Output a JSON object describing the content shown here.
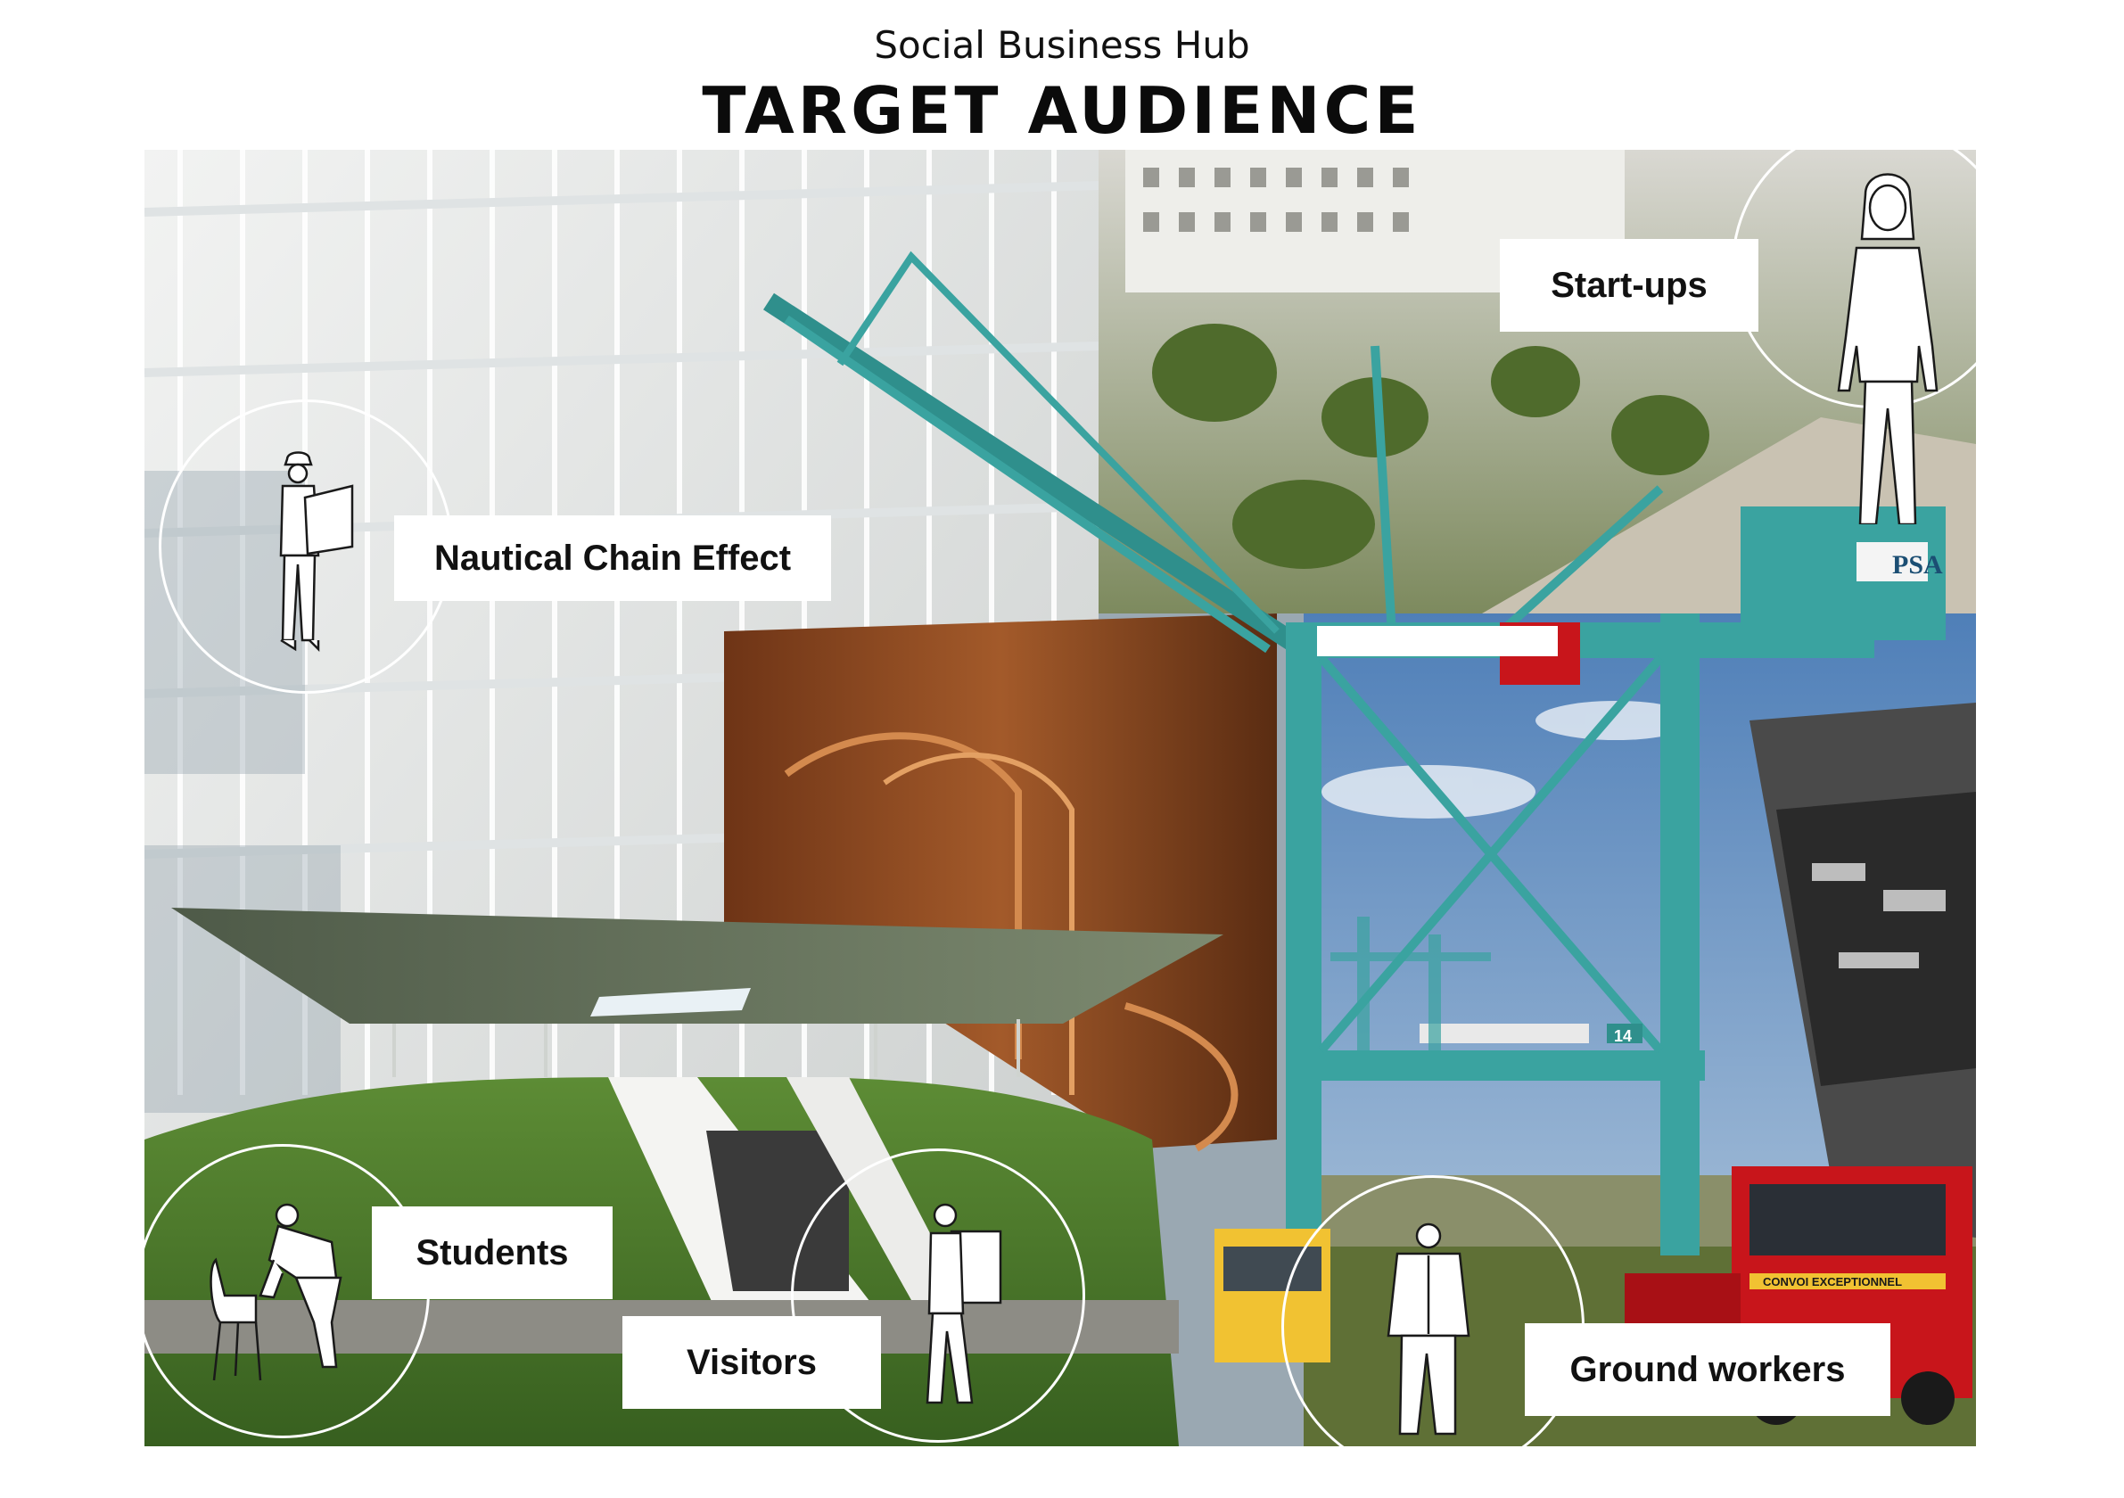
{
  "header": {
    "subtitle": "Social Business Hub",
    "title": "TARGET AUDIENCE"
  },
  "audiences": [
    {
      "id": "nautical",
      "label": "Nautical Chain Effect",
      "icon": "engineer-with-blueprint-sketch"
    },
    {
      "id": "startups",
      "label": "Start-ups",
      "icon": "standing-woman-sketch"
    },
    {
      "id": "students",
      "label": "Students",
      "icon": "student-tying-shoe-sketch"
    },
    {
      "id": "visitors",
      "label": "Visitors",
      "icon": "walker-with-backpack-sketch"
    },
    {
      "id": "workers",
      "label": "Ground workers",
      "icon": "worker-in-jacket-sketch"
    }
  ],
  "photo_text": {
    "crane_logo": "PSA",
    "crane_number": "14",
    "truck_banner": "CONVOI EXCEPTIONNEL"
  },
  "colors": {
    "crane": "#3aa3a0",
    "steel_sculpture": "#8b4a22",
    "grass": "#4d7a2e",
    "sky": "#6f96c8",
    "truck": "#c8151b"
  }
}
